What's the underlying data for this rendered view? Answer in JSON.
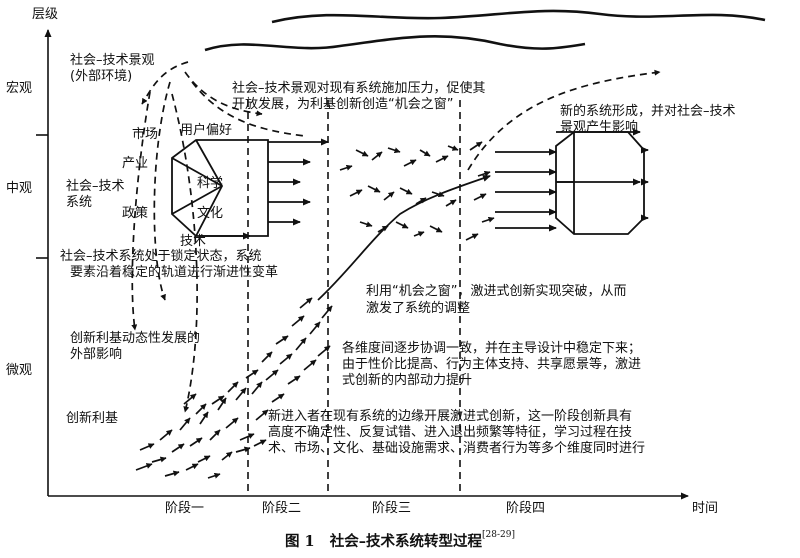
{
  "axes": {
    "y_title": "层级",
    "x_title": "时间",
    "y_levels": [
      "宏观",
      "中观",
      "微观"
    ],
    "x_stages": [
      "阶段一",
      "阶段二",
      "阶段三",
      "阶段四"
    ]
  },
  "macro": {
    "landscape_line1": "社会–技术景观",
    "landscape_line2": "(外部环境)",
    "pressure_line1": "社会–技术景观对现有系统施加压力，促使其",
    "pressure_line2": "开放发展，为利基创新创造“机会之窗”",
    "new_system_line1": "新的系统形成，并对社会–技术",
    "new_system_line2": "景观产生影响"
  },
  "meso": {
    "regime_line1": "社会–技术",
    "regime_line2": "系统",
    "dims": {
      "market": "市场",
      "user": "用户偏好",
      "industry": "产业",
      "science": "科学",
      "policy": "政策",
      "culture": "文化",
      "technology": "技术"
    },
    "lockin_line1": "社会–技术系统处于锁定状态，系统",
    "lockin_line2": "要素沿着稳定的轨道进行渐进性变革"
  },
  "micro": {
    "window_line1": "利用“机会之窗”，激进式创新实现突破，从而",
    "window_line2": "激发了系统的调整",
    "niche_influence_line1": "创新利基动态性发展的",
    "niche_influence_line2": "外部影响",
    "align_line1": "各维度间逐步协调一致，并在主导设计中稳定下来；",
    "align_line2": "由于性价比提高、行为主体支持、共享愿景等，激进",
    "align_line3": "式创新的内部动力提升",
    "niche": "创新利基",
    "entrants_line1": "新进入者在现有系统的边缘开展激进式创新，这一阶段创新具有",
    "entrants_line2": "高度不确定性、反复试错、进入退出频繁等特征，学习过程在技",
    "entrants_line3": "术、市场、文化、基础设施需求、消费者行为等多个维度同时进行"
  },
  "caption": {
    "label": "图 1",
    "title": "社会–技术系统转型过程",
    "ref": "[28-29]"
  },
  "colors": {
    "ink": "#111111",
    "background": "#ffffff"
  }
}
